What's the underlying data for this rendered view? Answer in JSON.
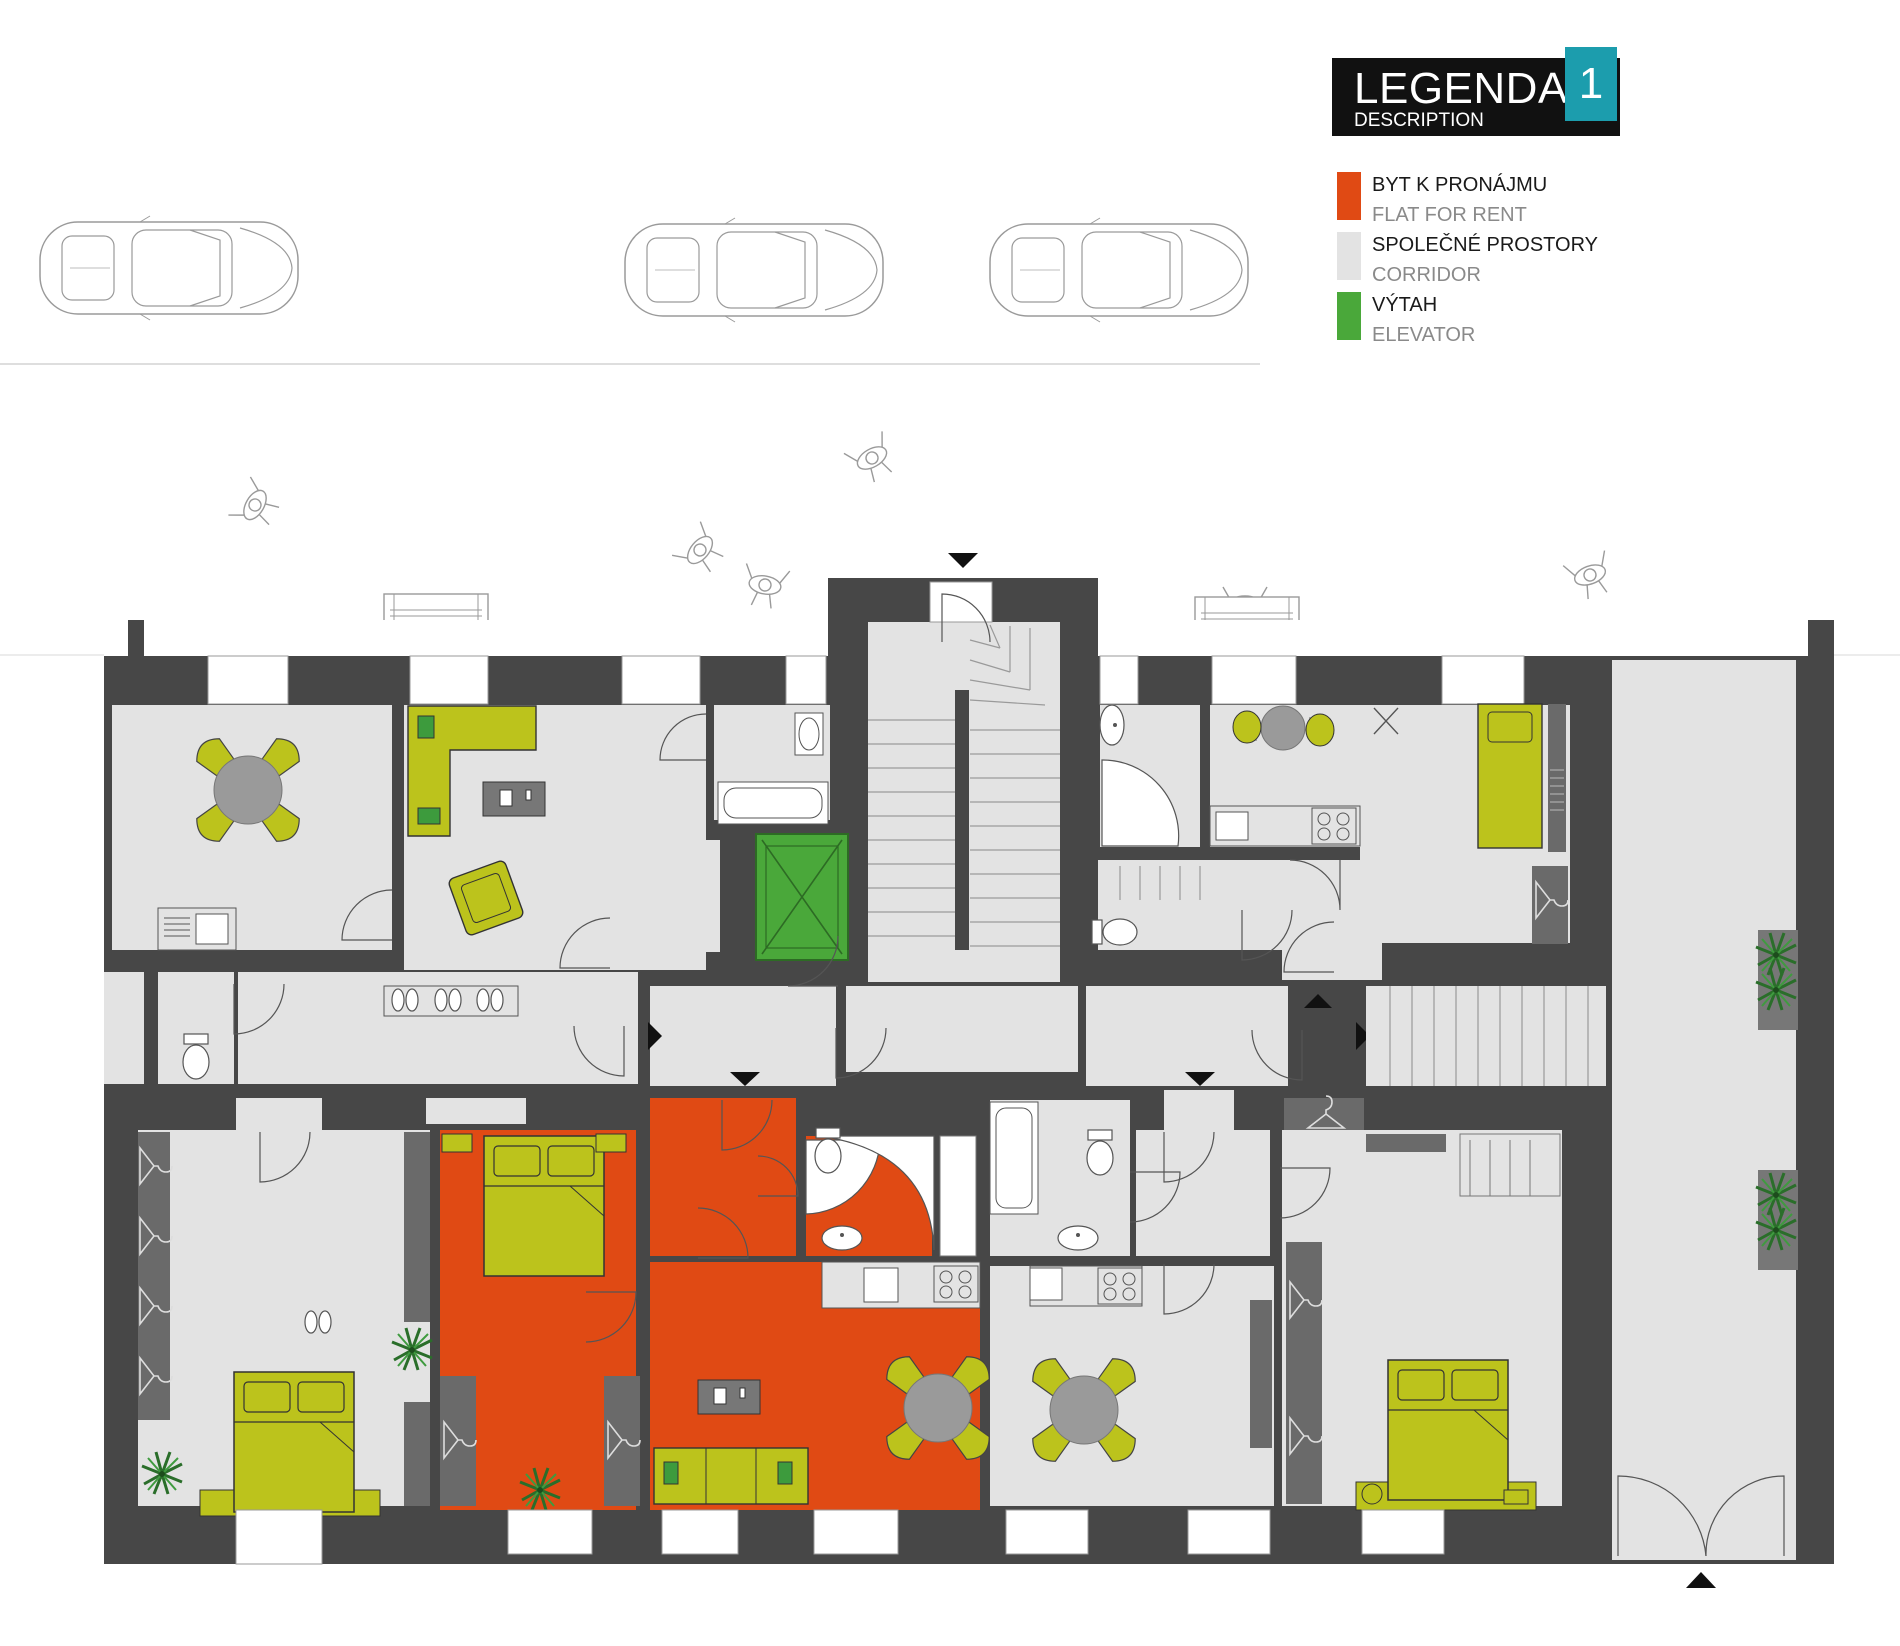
{
  "legend": {
    "title": "LEGENDA",
    "subtitle": "DESCRIPTION",
    "number": "1",
    "items": [
      {
        "label": "BYT K PRONÁJMU",
        "label_en": "FLAT FOR RENT",
        "color": "#e04a14"
      },
      {
        "label": "SPOLEČNÉ PROSTORY",
        "label_en": "CORRIDOR",
        "color": "#e3e3e3"
      },
      {
        "label": "VÝTAH",
        "label_en": "ELEVATOR",
        "color": "#4aa83a"
      }
    ]
  },
  "colors": {
    "wall": "#474747",
    "corridor": "#e3e3e3",
    "flat": "#e04a14",
    "elevator": "#4aa83a",
    "furniture": "#bcc31c",
    "table": "#9a9a9a",
    "cabinet": "#6a6a6a",
    "plant": "#2f8f2f",
    "line": "#9a9a9a",
    "text_accent": "#1c9dad"
  },
  "icons": {
    "car": "car-icon",
    "pedestrian": "pedestrian-icon",
    "bench": "bench-icon",
    "entrance": "entrance-arrow-icon",
    "plant": "plant-icon",
    "hanger": "hanger-icon",
    "slippers": "slippers-icon"
  }
}
